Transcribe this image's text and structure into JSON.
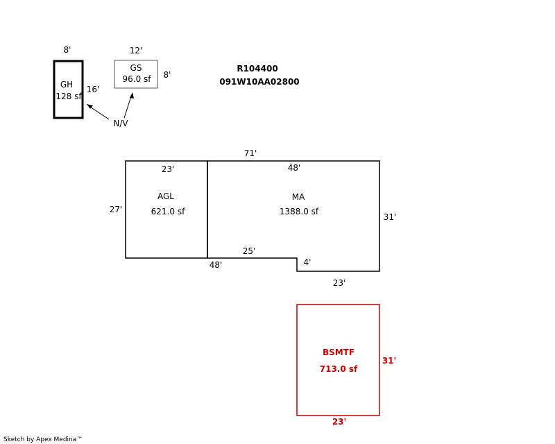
{
  "header": {
    "parcel_id": "R104400",
    "map_number": "091W10AA02800"
  },
  "areas": {
    "gh": {
      "code": "GH",
      "area": "128 sf",
      "dim_top": "8'",
      "dim_side": "16'"
    },
    "gs": {
      "code": "GS",
      "area": "96.0 sf",
      "dim_top": "12'",
      "dim_side": "8'"
    },
    "nv": {
      "label": "N/V"
    },
    "agl": {
      "code": "AGL",
      "area": "621.0 sf",
      "dim_top": "23'",
      "dim_left": "27'"
    },
    "ma": {
      "code": "MA",
      "area": "1388.0 sf",
      "dim_overall_top": "71'",
      "dim_top": "48'",
      "dim_right": "31'",
      "dim_bottom_left": "48'",
      "dim_notch_top": "25'",
      "dim_notch_side": "4'",
      "dim_bottom_right": "23'"
    },
    "bsmtf": {
      "code": "BSMTF",
      "area": "713.0 sf",
      "dim_right": "31'",
      "dim_bottom": "23'"
    }
  },
  "colors": {
    "line": "#000000",
    "basement": "#cc0000"
  },
  "footer": {
    "credit": "Sketch by Apex Medina™"
  }
}
